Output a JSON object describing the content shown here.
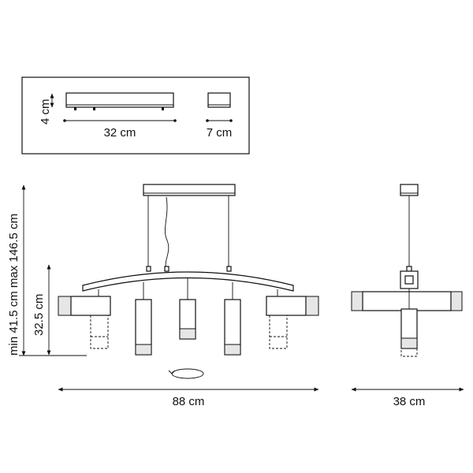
{
  "dimensions": {
    "base_height": "4 cm",
    "base_length": "32 cm",
    "base_width": "7 cm",
    "total_height": "min 41.5 cm max 146.5 cm",
    "body_height": "32.5 cm",
    "total_width": "88 cm",
    "total_depth": "38 cm"
  }
}
